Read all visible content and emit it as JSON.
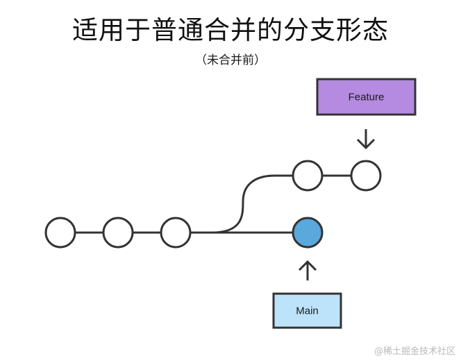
{
  "title": "适用于普通合并的分支形态",
  "subtitle": "（未合并前）",
  "watermark": "@稀土掘金技术社区",
  "feature_label": "Feature",
  "main_label": "Main",
  "colors": {
    "line": "#333333",
    "node_fill": "#ffffff",
    "main_head_fill": "#5aa8dc",
    "feature_box_fill": "#b48be0",
    "main_box_fill": "#bde3fb",
    "box_stroke": "#333333"
  }
}
